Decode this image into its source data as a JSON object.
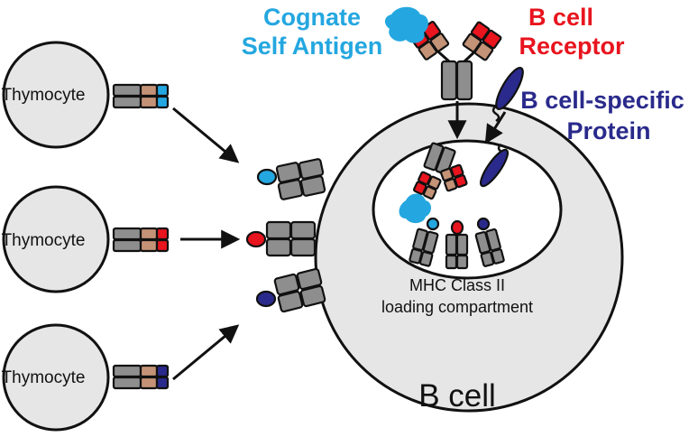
{
  "thymocytes": [
    {
      "label": "Thymocyte",
      "antigen": "cyan"
    },
    {
      "label": "Thymocyte",
      "antigen": "red"
    },
    {
      "label": "Thymocyte",
      "antigen": "navy"
    }
  ],
  "labels": {
    "cognate": [
      "Cognate",
      "Self Antigen"
    ],
    "bcr": [
      "B cell",
      "Receptor"
    ],
    "bprotein": [
      "B cell-specific",
      "Protein"
    ],
    "mhc": [
      "MHC Class II",
      "loading compartment"
    ],
    "bcell": "B cell"
  },
  "colors": {
    "cyan": "#24a7e0",
    "red": "#e8141e",
    "navy": "#2a2a8c",
    "gray": "#8e8e8e",
    "tan": "#c49276",
    "cell_fill": "#e6e6e6"
  }
}
